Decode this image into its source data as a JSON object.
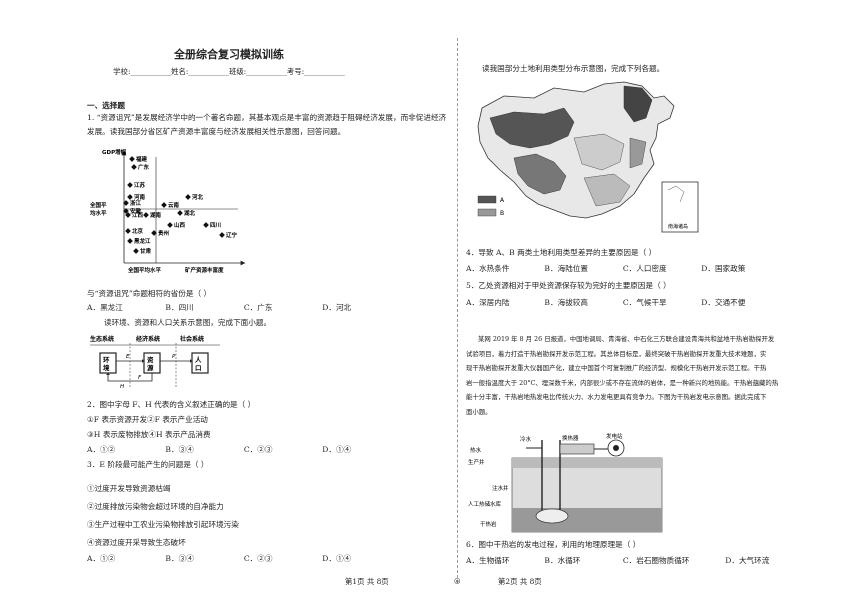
{
  "header": {
    "title": "全册综合复习模拟训练",
    "info": "学校:___________姓名:___________班级:___________考号:___________"
  },
  "left": {
    "section1": "一、选择题",
    "q1_line1": "1. “资源诅咒”是发展经济学中的一个著名命题，其基本观点是丰富的资源趋于阻碍经济发展，而非促进经济",
    "q1_line2": "发展。读我国部分省区矿产资源丰富度与经济发展相关性示意图，回答问题。",
    "scatter": {
      "ylabel": "GDP增幅",
      "xlabel_left": "全国平均水平",
      "xlabel_right": "矿产资源丰富度",
      "ylabel_mid_1": "全国平",
      "ylabel_mid_2": "均水平",
      "points": [
        {
          "label": "福建"
        },
        {
          "label": "广东"
        },
        {
          "label": "江苏"
        },
        {
          "label": "河南"
        },
        {
          "label": "河北"
        },
        {
          "label": "浙江"
        },
        {
          "label": "安徽"
        },
        {
          "label": "云南"
        },
        {
          "label": "江西"
        },
        {
          "label": "湖北"
        },
        {
          "label": "湖南"
        },
        {
          "label": "山西"
        },
        {
          "label": "四川"
        },
        {
          "label": "辽宁"
        },
        {
          "label": "贵州"
        },
        {
          "label": "黑龙江"
        },
        {
          "label": "甘肃"
        },
        {
          "label": "北京"
        }
      ]
    },
    "q1_stem": "与“资源诅咒”命题相符的省份是（    ）",
    "q1_options": [
      "A．黑龙江",
      "B．四川",
      "C．广东",
      "D．河北"
    ],
    "q2_intro": "读环境、资源和人口关系示意图，完成下面小题。",
    "flow": {
      "sys1": "生态系统",
      "sys2": "经济系统",
      "sys3": "社会系统",
      "box1_a": "环",
      "box1_b": "境",
      "box2_a": "资",
      "box2_b": "源",
      "box3_a": "人",
      "box3_b": "口",
      "lab_E": "E",
      "lab_F": "F",
      "lab_P": "P",
      "lab_H": "H"
    },
    "q2_stem": "2．图中字母 F、H 代表的含义叙述正确的是（    ）",
    "q2_s1": "①F 表示资源开发②F 表示产业活动",
    "q2_s2": "③H 表示废物排放④H 表示产品消费",
    "q2_options": [
      "A．①②",
      "B．③④",
      "C．②③",
      "D．①④"
    ],
    "q3_stem": "3．E 阶段最可能产生的问题是（    ）",
    "q3_s1": "①过度开发导致资源枯竭",
    "q3_s2": "②过度排放污染物会超过环境的自净能力",
    "q3_s3": "③生产过程中工农业污染物排放引起环境污染",
    "q3_s4": "④资源过度开采导致生态破坏",
    "q3_options": [
      "A．①②",
      "B．③④",
      "C．②③",
      "D．①④"
    ]
  },
  "right": {
    "map_intro": "读我国部分土地利用类型分布示意图，完成下列各题。",
    "map": {
      "legend_a": "A",
      "legend_b": "B",
      "inset": "南海诸岛"
    },
    "q4_stem": "4．导致 A、B 两类土地利用类型差异的主要原因是（    ）",
    "q4_options": [
      "A．水热条件",
      "B．海陆位置",
      "C．人口密度",
      "D．国家政策"
    ],
    "q5_stem": "5．乙处资源相对于甲处资源保存较为完好的主要原因是（    ）",
    "q5_options": [
      "A．深居内陆",
      "B．海拔较高",
      "C．气候干旱",
      "D．交通不便"
    ],
    "para_lines": [
      "某网 2019 年 8 月 26 日报道，中国地调局、青海省、中石化三方联合建设青海共和盆地干热岩勘探开发",
      "试验项目，着力打造干热岩勘探开发示范工程。其总体目标是，最终突破干热岩勘探开发重大技术难题，实",
      "现干热岩勘探开发重大仪器国产化，建立中国首个可复制推广的经济型、规模化干热岩开发示范工程。干热",
      "岩一般指温度大于 20°C、埋深数千米，内部很少或不存在流体的岩体，是一种新兴的地热能。干热岩蕴藏的热",
      "能十分丰富，干热岩地热发电比传统火力、水力发电更具有竞争力。下图为干热岩发电示意图。据此完成下",
      "面小题。"
    ],
    "diagram": {
      "cold": "冷水",
      "heat_exchanger": "换热器",
      "generator": "发电站",
      "hot_water": "热水",
      "production_well": "生产井",
      "injection_well": "注水井",
      "reservoir": "人工热储水库",
      "dry_rock": "干热岩"
    },
    "q6_stem": "6．图中干热岩的发电过程，利用的地理原理是（    ）",
    "q6_options": [
      "A．生物循环",
      "B．水循环",
      "C．岩石圈物质循环",
      "D．大气环流"
    ]
  },
  "footer": {
    "left": "第1页  共 8页",
    "center": "◎",
    "right": "第2页  共 8页"
  }
}
